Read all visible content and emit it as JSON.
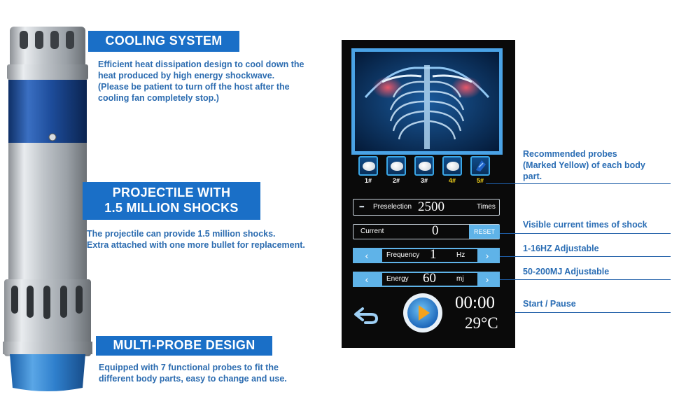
{
  "features": {
    "cooling": {
      "title": "COOLING SYSTEM",
      "lines": [
        "Efficient heat dissipation design to cool down the",
        "heat produced by high energy shockwave.",
        "(Please be patient to turn off the host after the",
        "cooling fan completely stop.)"
      ]
    },
    "projectile": {
      "title_line1": "PROJECTILE WITH",
      "title_line2": "1.5 MILLION SHOCKS",
      "lines": [
        "The projectile can provide 1.5 million shocks.",
        "Extra attached with one more bullet for replacement."
      ]
    },
    "multiprobe": {
      "title": "MULTI-PROBE DESIGN",
      "lines": [
        "Equipped with 7 functional probes to fit the",
        "different body parts, easy to change and use."
      ]
    }
  },
  "annotations": {
    "probes": [
      "Recommended probes",
      "(Marked Yellow) of each body",
      "part."
    ],
    "current": "Visible current times of shock",
    "frequency": "1-16HZ Adjustable",
    "energy": "50-200MJ Adjustable",
    "start": "Start / Pause"
  },
  "screen": {
    "probes": [
      {
        "label": "1#",
        "recommended": false
      },
      {
        "label": "2#",
        "recommended": false
      },
      {
        "label": "3#",
        "recommended": false
      },
      {
        "label": "4#",
        "recommended": true
      },
      {
        "label": "5#",
        "recommended": true
      }
    ],
    "preselection": {
      "label": "Preselection",
      "value": "2500",
      "unit": "Times"
    },
    "current": {
      "label": "Current",
      "value": "0",
      "reset": "RESET"
    },
    "frequency": {
      "label": "Frequency",
      "value": "1",
      "unit": "Hz"
    },
    "energy": {
      "label": "Energy",
      "value": "60",
      "unit": "mj"
    },
    "timer": "00:00",
    "temperature": "29°C"
  },
  "colors": {
    "accent": "#1a6fc7",
    "text_blue": "#2a6db4",
    "screen_bar": "#5fb3e8",
    "highlight_yellow": "#f2d21b"
  }
}
